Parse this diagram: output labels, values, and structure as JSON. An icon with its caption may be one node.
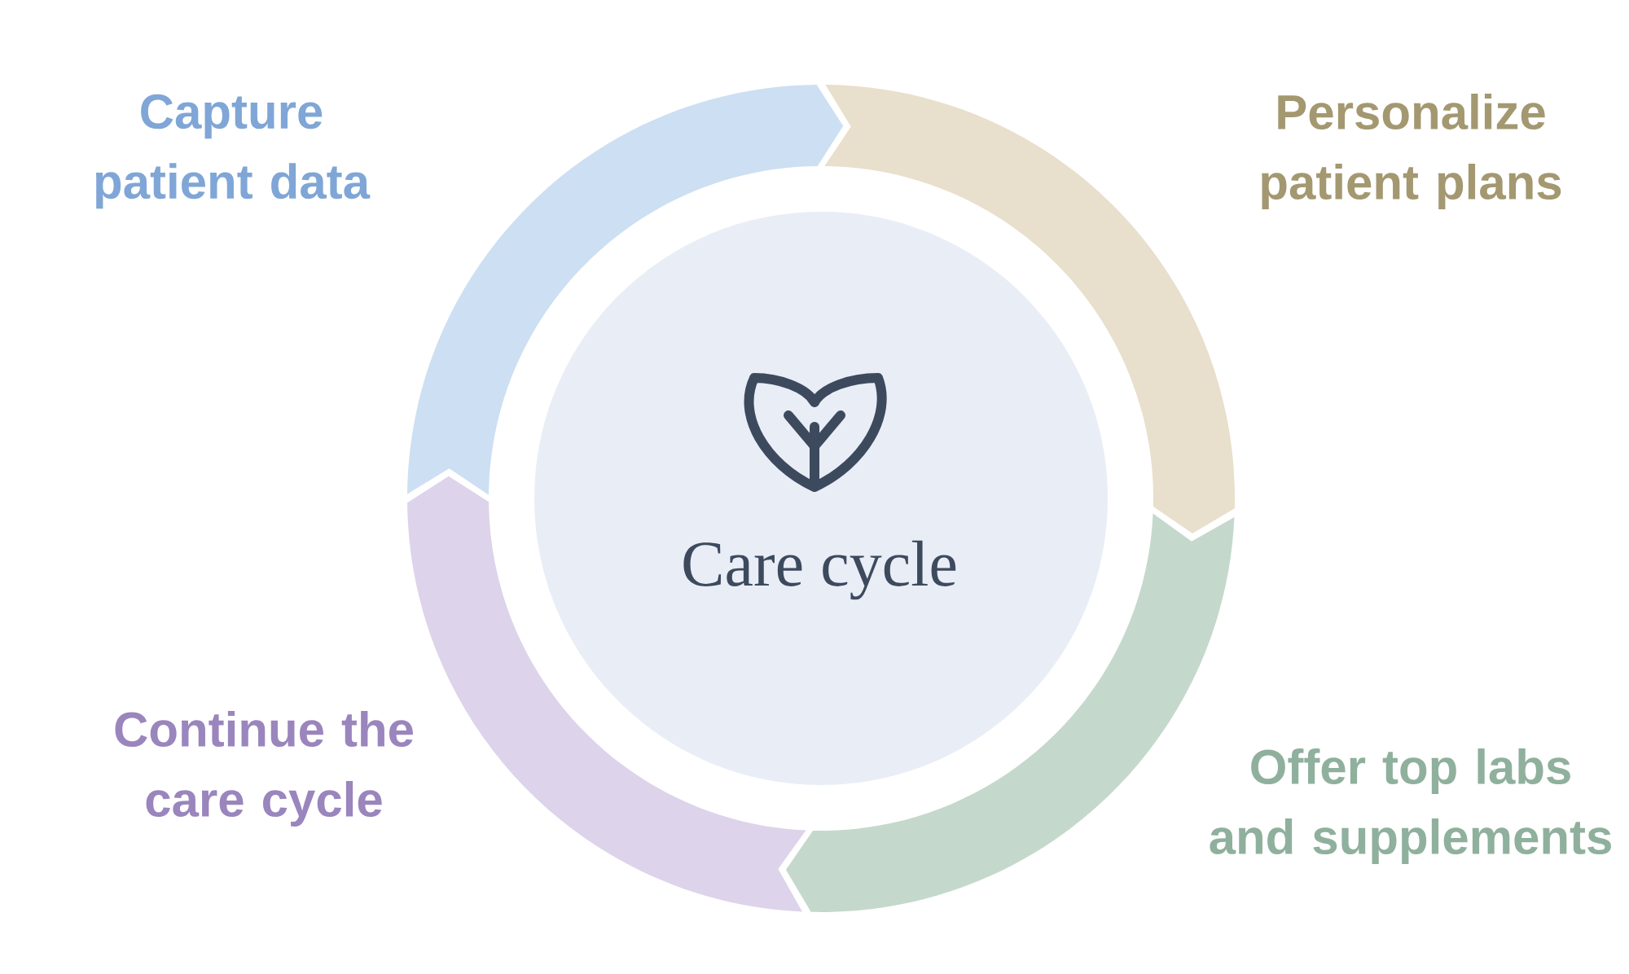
{
  "diagram": {
    "nodes": [
      {
        "text": [
          "Care cycle"
        ]
      },
      {
        "text": [],
        "shape": "arc",
        "beside": [
          "Capture patient data"
        ]
      },
      {
        "text": [],
        "shape": "arc",
        "beside": [
          "Personalize patient plans"
        ]
      },
      {
        "text": [],
        "shape": "arc",
        "beside": [
          "Offer top labs and supplements"
        ]
      },
      {
        "text": [],
        "shape": "arc",
        "beside": [
          "Continue the care cycle"
        ]
      }
    ]
  }
}
